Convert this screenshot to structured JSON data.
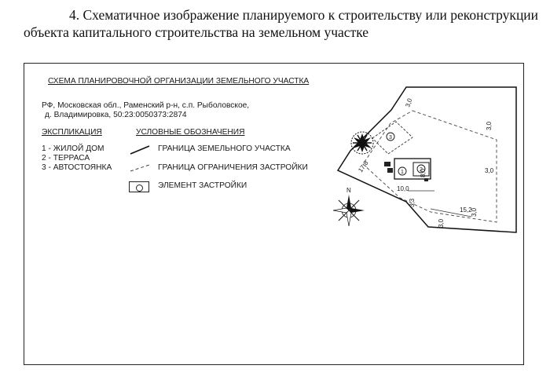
{
  "heading": {
    "line1": "4. Схематичное изображение планируемого к строительству или реконструкции",
    "line2": "объекта капитального строительства на земельном участке"
  },
  "scheme": {
    "title": "СХЕМА ПЛАНИРОВОЧНОЙ ОРГАНИЗАЦИИ ЗЕМЕЛЬНОГО УЧАСТКА",
    "address_line1": "РФ, Московская обл., Раменский р-н, с.п. Рыболовское,",
    "address_line2": "д. Владимировка, 50:23:0050373:2874"
  },
  "explication": {
    "title": "ЭКСПЛИКАЦИЯ",
    "items": [
      "1 - ЖИЛОЙ ДОМ",
      "2 - ТЕРРАСА",
      "3 - АВТОСТОЯНКА"
    ]
  },
  "legend": {
    "title": "УСЛОВНЫЕ ОБОЗНАЧЕНИЯ",
    "items": [
      "ГРАНИЦА ЗЕМЕЛЬНОГО УЧАСТКА",
      "ГРАНИЦА ОГРАНИЧЕНИЯ ЗАСТРОЙКИ",
      "ЭЛЕМЕНТ ЗАСТРОЙКИ"
    ]
  },
  "plan": {
    "north_label": "N",
    "dimensions": {
      "d1": "3,0",
      "d2": "3,0",
      "d3": "3,0",
      "d4": "3,0",
      "d5": "17,8",
      "d6": "10,0",
      "d7": "8,0",
      "d8": "3,3",
      "d9": "15,2",
      "d10": "3,0"
    },
    "markers": [
      "1",
      "2",
      "3"
    ]
  }
}
